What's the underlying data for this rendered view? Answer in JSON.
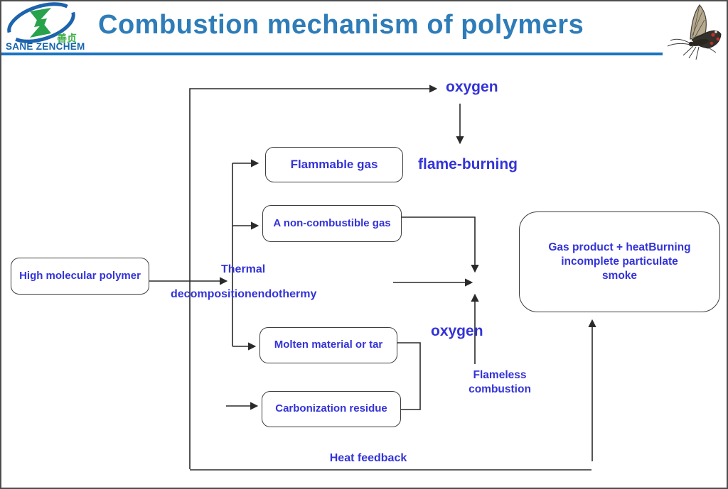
{
  "header": {
    "logo_text": "SANE ZENCHEM",
    "logo_cn": "善贞",
    "title": "Combustion mechanism of polymers"
  },
  "nodes": {
    "high_molecular": {
      "label": "High molecular polymer"
    },
    "flammable": {
      "label": "Flammable gas"
    },
    "noncombustible": {
      "label": "A non-combustible gas"
    },
    "molten": {
      "label": "Molten material or tar"
    },
    "carbonization": {
      "label": "Carbonization residue"
    },
    "product": {
      "line1": "Gas product + heatBurning",
      "line2": "incomplete particulate",
      "line3": "smoke"
    }
  },
  "labels": {
    "oxygen_top": "oxygen",
    "flame_burning": "flame-burning",
    "thermal": "Thermal",
    "decomposition": "decompositionendothermy",
    "oxygen_mid": "oxygen",
    "flameless_1": "Flameless",
    "flameless_2": "combustion",
    "heat_feedback": "Heat feedback"
  },
  "colors": {
    "title_blue": "#2e7cb8",
    "rule_blue": "#1a73c2",
    "label_blue": "#3333d8",
    "logo_blue": "#1565ae",
    "logo_green": "#28a24b",
    "line_dark": "#2a2a2a"
  }
}
